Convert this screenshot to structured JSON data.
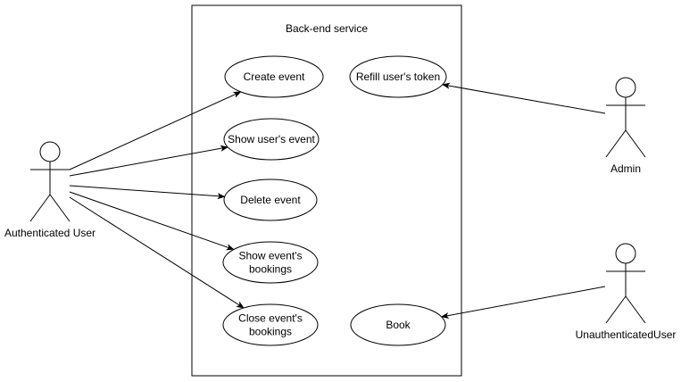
{
  "system": {
    "title": "Back-end service"
  },
  "actors": [
    {
      "id": "auth",
      "label": "Authenticated User"
    },
    {
      "id": "admin",
      "label": "Admin"
    },
    {
      "id": "unauth",
      "label": "UnauthenticatedUser"
    }
  ],
  "use_cases": [
    {
      "id": "create",
      "lines": [
        "Create event"
      ]
    },
    {
      "id": "show_user",
      "lines": [
        "Show user's event"
      ]
    },
    {
      "id": "delete",
      "lines": [
        "Delete event"
      ]
    },
    {
      "id": "show_bookings",
      "lines": [
        "Show event's",
        "bookings"
      ]
    },
    {
      "id": "close_bookings",
      "lines": [
        "Close event's",
        "bookings"
      ]
    },
    {
      "id": "refill",
      "lines": [
        "Refill user's token"
      ]
    },
    {
      "id": "book",
      "lines": [
        "Book"
      ]
    }
  ],
  "associations": [
    {
      "from": "auth",
      "to": "create"
    },
    {
      "from": "auth",
      "to": "show_user"
    },
    {
      "from": "auth",
      "to": "delete"
    },
    {
      "from": "auth",
      "to": "show_bookings"
    },
    {
      "from": "auth",
      "to": "close_bookings"
    },
    {
      "from": "admin",
      "to": "refill"
    },
    {
      "from": "unauth",
      "to": "book"
    }
  ],
  "colors": {
    "stroke": "#000000",
    "background": "#ffffff"
  }
}
